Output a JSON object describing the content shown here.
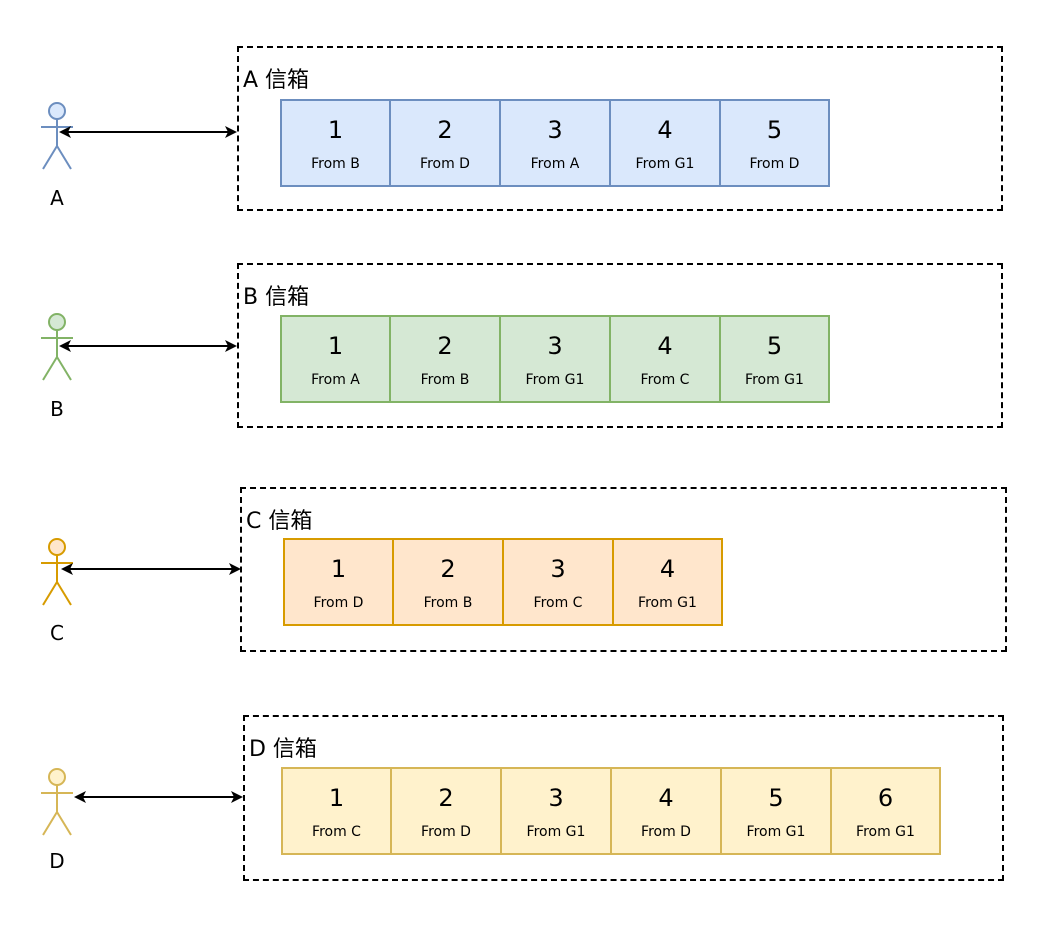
{
  "rows": [
    {
      "actor": "A",
      "mailbox_title": "A 信箱",
      "colors": {
        "stroke": "#6c8ebf",
        "fill": "#dae8fc"
      },
      "messages": [
        {
          "num": "1",
          "from": "From B"
        },
        {
          "num": "2",
          "from": "From D"
        },
        {
          "num": "3",
          "from": "From A"
        },
        {
          "num": "4",
          "from": "From G1"
        },
        {
          "num": "5",
          "from": "From D"
        }
      ]
    },
    {
      "actor": "B",
      "mailbox_title": "B 信箱",
      "colors": {
        "stroke": "#82b366",
        "fill": "#d5e8d4"
      },
      "messages": [
        {
          "num": "1",
          "from": "From A"
        },
        {
          "num": "2",
          "from": "From B"
        },
        {
          "num": "3",
          "from": "From G1"
        },
        {
          "num": "4",
          "from": "From C"
        },
        {
          "num": "5",
          "from": "From G1"
        }
      ]
    },
    {
      "actor": "C",
      "mailbox_title": "C 信箱",
      "colors": {
        "stroke": "#d79b00",
        "fill": "#ffe6cc"
      },
      "messages": [
        {
          "num": "1",
          "from": "From D"
        },
        {
          "num": "2",
          "from": "From B"
        },
        {
          "num": "3",
          "from": "From C"
        },
        {
          "num": "4",
          "from": "From G1"
        }
      ]
    },
    {
      "actor": "D",
      "mailbox_title": "D 信箱",
      "colors": {
        "stroke": "#d6b656",
        "fill": "#fff2cc"
      },
      "messages": [
        {
          "num": "1",
          "from": "From C"
        },
        {
          "num": "2",
          "from": "From D"
        },
        {
          "num": "3",
          "from": "From G1"
        },
        {
          "num": "4",
          "from": "From D"
        },
        {
          "num": "5",
          "from": "From G1"
        },
        {
          "num": "6",
          "from": "From G1"
        }
      ]
    }
  ]
}
